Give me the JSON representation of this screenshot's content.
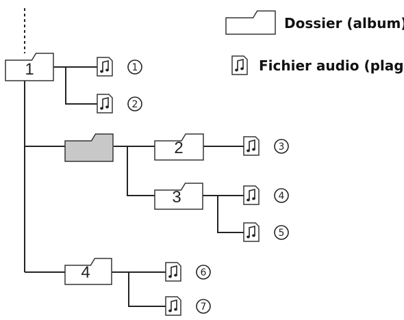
{
  "legend": {
    "folder_label": "Dossier (album)",
    "file_label": "Fichier audio (plage)"
  },
  "folders": [
    {
      "id": "root",
      "label": "1",
      "shaded": false
    },
    {
      "id": "shaded",
      "label": "",
      "shaded": true
    },
    {
      "id": "f2",
      "label": "2",
      "shaded": false
    },
    {
      "id": "f3",
      "label": "3",
      "shaded": false
    },
    {
      "id": "f4",
      "label": "4",
      "shaded": false
    }
  ],
  "tracks": [
    {
      "number": "1"
    },
    {
      "number": "2"
    },
    {
      "number": "3"
    },
    {
      "number": "4"
    },
    {
      "number": "5"
    },
    {
      "number": "6"
    },
    {
      "number": "7"
    }
  ],
  "colors": {
    "line": "#222222",
    "folder_fill": "#ffffff",
    "shaded_folder_fill": "#c8c8c8",
    "stroke": "#333333"
  }
}
